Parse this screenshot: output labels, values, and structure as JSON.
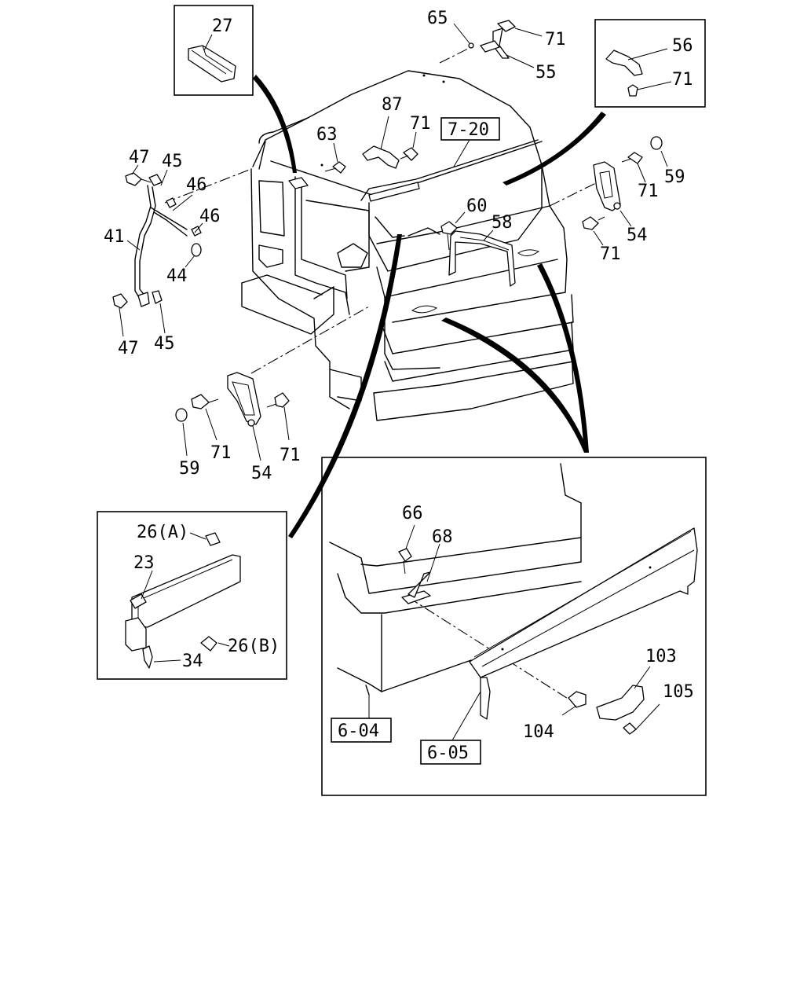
{
  "part_numbers": {
    "p27": "27",
    "p65": "65",
    "p71a": "71",
    "p55": "55",
    "p56": "56",
    "p71b": "71",
    "p87": "87",
    "p71c": "71",
    "p63": "63",
    "p47a": "47",
    "p45a": "45",
    "p46a": "46",
    "p46b": "46",
    "p41": "41",
    "p44": "44",
    "p47b": "47",
    "p45b": "45",
    "p60": "60",
    "p58": "58",
    "p71d": "71",
    "p59a": "59",
    "p54a": "54",
    "p71e": "71",
    "p59b": "59",
    "p71f": "71",
    "p54b": "54",
    "p71g": "71",
    "p26a": "26(A)",
    "p23": "23",
    "p26b": "26(B)",
    "p34": "34",
    "p66": "66",
    "p68": "68",
    "p103": "103",
    "p105": "105",
    "p104": "104"
  },
  "references": {
    "r720": "7-20",
    "r604": "6-04",
    "r605": "6-05"
  }
}
